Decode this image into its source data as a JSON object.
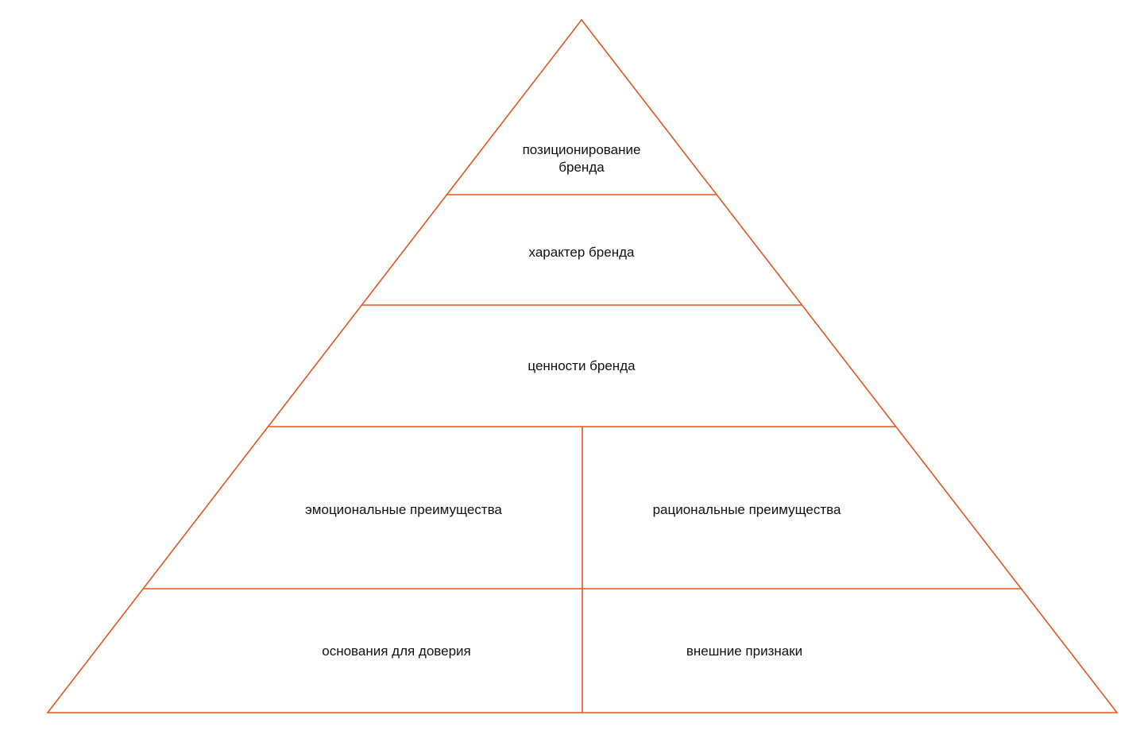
{
  "colors": {
    "line": "#E2561F",
    "text": "#111111"
  },
  "levels": {
    "positioning_line1": "позиционирование",
    "positioning_line2": "бренда",
    "character": "характер бренда",
    "values": "ценности бренда",
    "emotional_benefits": "эмоциональные преимущества",
    "rational_benefits": "рациональные преимущества",
    "reasons_to_believe": "основания для доверия",
    "external_signs": "внешние признаки"
  }
}
